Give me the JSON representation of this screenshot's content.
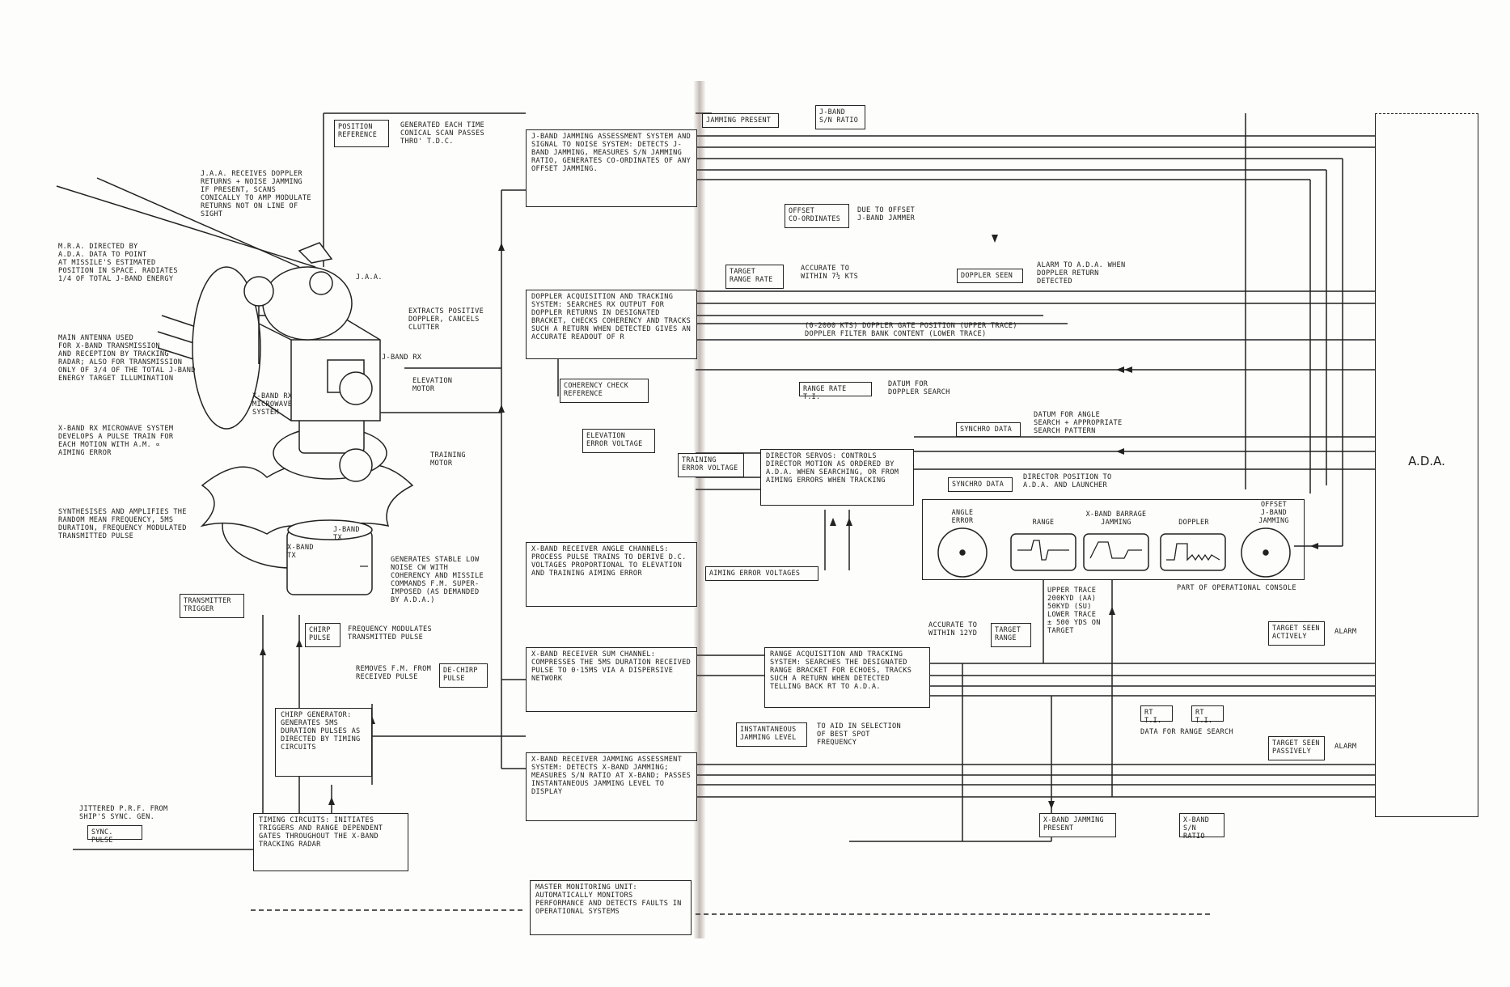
{
  "ada_label": "A.D.A.",
  "boxes": {
    "position_reference": "POSITION\nREFERENCE",
    "jband_jamming": "J-BAND JAMMING ASSESSMENT SYSTEM AND SIGNAL TO NOISE SYSTEM: DETECTS J-BAND JAMMING, MEASURES S/N JAMMING RATIO, GENERATES CO-ORDINATES OF ANY OFFSET JAMMING.",
    "jamming_present": "JAMMING PRESENT",
    "jband_sn_ratio": "J-BAND\nS/N RATIO",
    "offset_coordinates": "OFFSET\nCO-ORDINATES",
    "target_range_rate": "TARGET\nRANGE RATE",
    "doppler_seen": "DOPPLER SEEN",
    "doppler_acq": "DOPPLER ACQUISITION AND TRACKING SYSTEM: SEARCHES Rx OUTPUT FOR DOPPLER RETURNS IN DESIGNATED BRACKET, CHECKS COHERENCY AND TRACKS SUCH A RETURN WHEN DETECTED GIVES AN ACCURATE READOUT OF R",
    "coherency_check": "COHERENCY CHECK\nREFERENCE",
    "range_rate_ti": "RANGE RATE T.I.",
    "elevation_error": "ELEVATION\nERROR VOLTAGE",
    "training_error": "TRAINING\nERROR VOLTAGE",
    "synchro_data_1": "SYNCHRO DATA",
    "synchro_data_2": "SYNCHRO DATA",
    "director_servos": "DIRECTOR SERVOS: CONTROLS DIRECTOR MOTION AS ORDERED BY A.D.A. WHEN SEARCHING, OR FROM AIMING ERRORS WHEN TRACKING",
    "xband_angle": "X-BAND RECEIVER ANGLE CHANNELS: PROCESS PULSE TRAINS TO DERIVE D.C. VOLTAGES PROPORTIONAL TO ELEVATION AND TRAINING AIMING ERROR",
    "aiming_error_voltages": "AIMING ERROR VOLTAGES",
    "transmitter_trigger": "TRANSMITTER\nTRIGGER",
    "chirp_pulse": "CHIRP\nPULSE",
    "dechirp_pulse": "DE-CHIRP\nPULSE",
    "xband_sum": "X-BAND RECEIVER SUM CHANNEL: COMPRESSES THE 5µS DURATION RECEIVED PULSE TO 0·15µS VIA A DISPERSIVE NETWORK",
    "chirp_generator": "CHIRP GENERATOR: GENERATES 5µS DURATION PULSES AS DIRECTED BY TIMING CIRCUITS",
    "target_range": "TARGET\nRANGE",
    "range_acq": "RANGE ACQUISITION AND TRACKING SYSTEM: SEARCHES THE DESIGNATED RANGE BRACKET FOR ECHOES, TRACKS SUCH A RETURN WHEN DETECTED TELLING BACK RT TO A.D.A.",
    "instantaneous_jamming": "INSTANTANEOUS\nJAMMING LEVEL",
    "target_seen_actively": "TARGET SEEN\nACTIVELY",
    "target_seen_passively": "TARGET SEEN\nPASSIVELY",
    "rt_ti_1": "RT T.I.",
    "rt_ti_2": "RT T.I.",
    "xband_jamming_assess": "X-BAND RECEIVER JAMMING ASSESSMENT SYSTEM: DETECTS X-BAND JAMMING; MEASURES S/N RATIO AT X-BAND; PASSES INSTANTANEOUS JAMMING LEVEL TO DISPLAY",
    "sync_pulse": "SYNC. PULSE",
    "timing_circuits": "TIMING CIRCUITS: INITIATES TRIGGERS AND RANGE DEPENDENT GATES THROUGHOUT THE X-BAND TRACKING RADAR",
    "xband_jamming_present": "X-BAND JAMMING\nPRESENT",
    "xband_sn_ratio": "X-BAND\nS/N RATIO",
    "master_monitoring": "MASTER MONITORING UNIT: AUTOMATICALLY MONITORS PERFORMANCE AND DETECTS FAULTS IN OPERATIONAL SYSTEMS"
  },
  "console": {
    "angle_error": "ANGLE\nERROR",
    "range": "RANGE",
    "xband_barrage": "X-BAND BARRAGE\nJAMMING",
    "doppler": "DOPPLER",
    "offset_jband": "OFFSET\nJ-BAND\nJAMMING",
    "caption": "PART OF OPERATIONAL CONSOLE"
  },
  "notes": {
    "generated_each_time": "GENERATED EACH TIME\nCONICAL SCAN PASSES\nTHRO' T.D.C.",
    "jaa_receives": "J.A.A. RECEIVES DOPPLER\nRETURNS + NOISE JAMMING\nIF PRESENT, SCANS\nCONICALLY TO AMP MODULATE\nRETURNS NOT ON LINE OF\nSIGHT",
    "jaa": "J.A.A.",
    "mra_directed": "M.R.A. DIRECTED BY\nA.D.A. DATA TO POINT\nAT MISSILE'S ESTIMATED\nPOSITION IN SPACE. RADIATES\n1/4 OF TOTAL J-BAND ENERGY",
    "main_antenna": "MAIN ANTENNA USED\nFOR X-BAND TRANSMISSION\nAND RECEPTION BY TRACKING\nRADAR; ALSO FOR TRANSMISSION\nONLY OF 3/4 OF THE TOTAL J-BAND\nENERGY        TARGET ILLUMINATION",
    "extracts_positive": "EXTRACTS POSITIVE\nDOPPLER, CANCELS\nCLUTTER",
    "jband_rx": "J-BAND Rx",
    "elevation_motor": "ELEVATION\nMOTOR",
    "xband_rx_system_label": "X-BAND Rx\nMICROWAVE\nSYSTEM",
    "xband_rx_microwave": "X-BAND Rx MICROWAVE SYSTEM\nDEVELOPS A PULSE TRAIN FOR\nEACH MOTION WITH A.M. ∝\nAIMING ERROR",
    "training_motor": "TRAINING\nMOTOR",
    "synthesises": "SYNTHESISES AND AMPLIFIES THE\nRANDOM MEAN FREQUENCY, 5µS\nDURATION, FREQUENCY MODULATED\nTRANSMITTED PULSE",
    "jband_tx": "J-BAND\nTx",
    "xband_tx": "X-BAND\nTx",
    "generates_stable": "GENERATES STABLE LOW\nNOISE CW WITH\nCOHERENCY AND MISSILE\nCOMMANDS F.M. SUPER-\nIMPOSED (AS DEMANDED\nBY A.D.A.)",
    "frequency_modulates": "FREQUENCY MODULATES\nTRANSMITTED PULSE",
    "removes_fm": "REMOVES F.M. FROM\nRECEIVED PULSE",
    "jittered_prf": "JITTERED P.R.F. FROM\nSHIP'S SYNC. GEN.",
    "due_to_offset": "DUE TO OFFSET\nJ-BAND JAMMER",
    "accurate_within_kts": "ACCURATE TO\nWITHIN 7½ KTS",
    "alarm_doppler": "ALARM TO A.D.A. WHEN\nDOPPLER RETURN\nDETECTED",
    "doppler_gate": "(0-2000 KTS) DOPPLER GATE POSITION (UPPER TRACE)\nDOPPLER FILTER BANK CONTENT (LOWER TRACE)",
    "datum_doppler": "DATUM FOR\nDOPPLER SEARCH",
    "datum_angle": "DATUM FOR ANGLE\nSEARCH + APPROPRIATE\nSEARCH PATTERN",
    "director_position": "DIRECTOR POSITION TO\nA.D.A. AND LAUNCHER",
    "upper_trace": "UPPER TRACE\n200KYD (AA)\n50KYD (SU)\nLOWER TRACE\n± 500 YDS ON\nTARGET",
    "accurate_within_yd": "ACCURATE TO\nWITHIN 12YD",
    "alarm_1": "ALARM",
    "alarm_2": "ALARM",
    "data_range_search": "DATA FOR RANGE SEARCH",
    "to_aid_selection": "TO AID IN SELECTION\nOF BEST SPOT\nFREQUENCY"
  }
}
